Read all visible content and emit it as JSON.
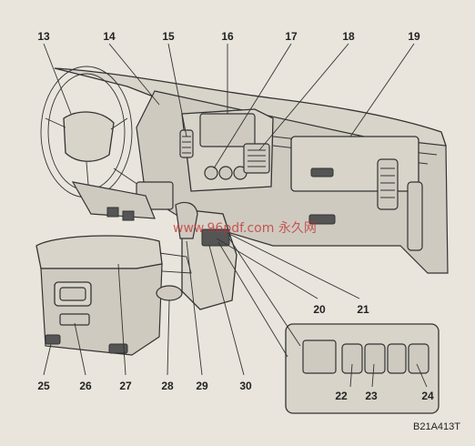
{
  "callouts": [
    {
      "n": "13"
    },
    {
      "n": "14"
    },
    {
      "n": "15"
    },
    {
      "n": "16"
    },
    {
      "n": "17"
    },
    {
      "n": "18"
    },
    {
      "n": "19"
    },
    {
      "n": "20"
    },
    {
      "n": "21"
    },
    {
      "n": "22"
    },
    {
      "n": "23"
    },
    {
      "n": "24"
    },
    {
      "n": "25"
    },
    {
      "n": "26"
    },
    {
      "n": "27"
    },
    {
      "n": "28"
    },
    {
      "n": "29"
    },
    {
      "n": "30"
    }
  ],
  "figure_code": "B21A413T",
  "watermark": "www.96pdf.com  永久网",
  "colors": {
    "paper": "#e9e5dc",
    "ink": "#333333",
    "watermark": "#c03030"
  }
}
